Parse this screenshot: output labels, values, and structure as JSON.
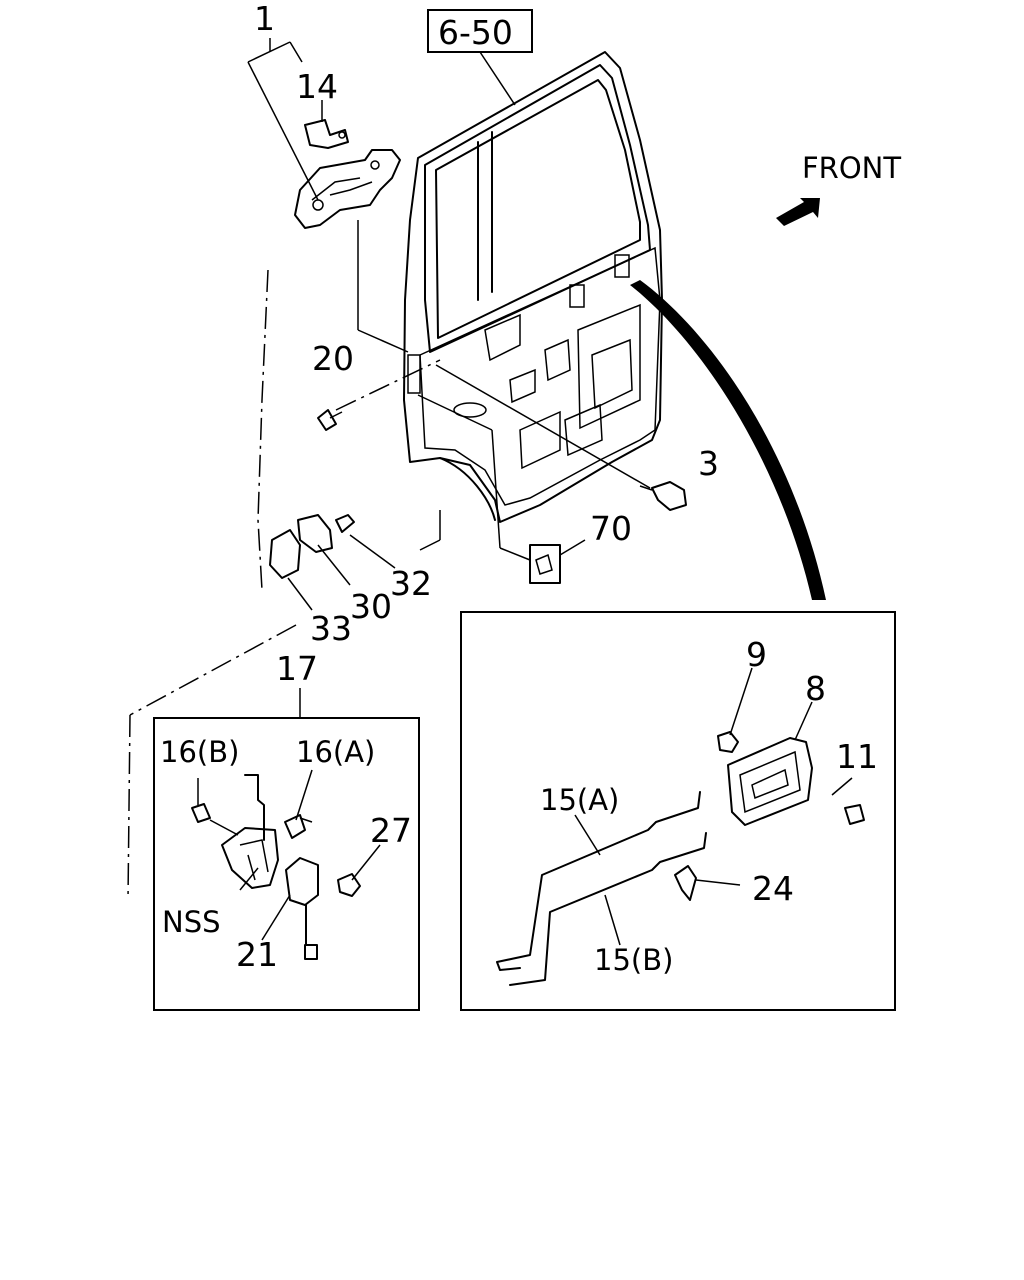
{
  "ref_box": "6-50",
  "front_label": "FRONT",
  "callouts": {
    "c1": "1",
    "c14": "14",
    "c20": "20",
    "c3": "3",
    "c70": "70",
    "c32": "32",
    "c30": "30",
    "c33": "33",
    "c17": "17",
    "c16b": "16(B)",
    "c16a": "16(A)",
    "c27": "27",
    "cnss": "NSS",
    "c21": "21",
    "c9": "9",
    "c8": "8",
    "c11": "11",
    "c15a": "15(A)",
    "c24": "24",
    "c15b": "15(B)"
  },
  "icons": {
    "front_arrow": "arrow-right-icon"
  }
}
